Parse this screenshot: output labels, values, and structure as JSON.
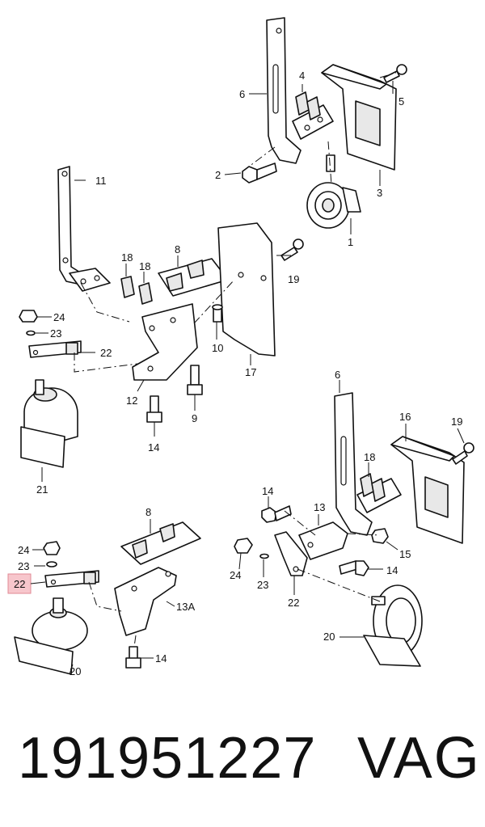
{
  "labels": {
    "l1": "1",
    "l2": "2",
    "l3": "3",
    "l4": "4",
    "l5": "5",
    "l6a": "6",
    "l6b": "6",
    "l8a": "8",
    "l8b": "8",
    "l9": "9",
    "l10": "10",
    "l11": "11",
    "l12": "12",
    "l13": "13",
    "l13a": "13A",
    "l14a": "14",
    "l14b": "14",
    "l14c": "14",
    "l14d": "14",
    "l15": "15",
    "l16": "16",
    "l17": "17",
    "l18a": "18",
    "l18b": "18",
    "l18c": "18",
    "l19a": "19",
    "l19b": "19",
    "l20a": "20",
    "l20b": "20",
    "l21": "21",
    "l22a": "22",
    "l22b": "22",
    "l22c": "22",
    "l23a": "23",
    "l23b": "23",
    "l23c": "23",
    "l24a": "24",
    "l24b": "24",
    "l24c": "24"
  },
  "highlight_color": "#f7c6cc",
  "footer": {
    "part_number": "191951227",
    "brand": "VAG"
  }
}
